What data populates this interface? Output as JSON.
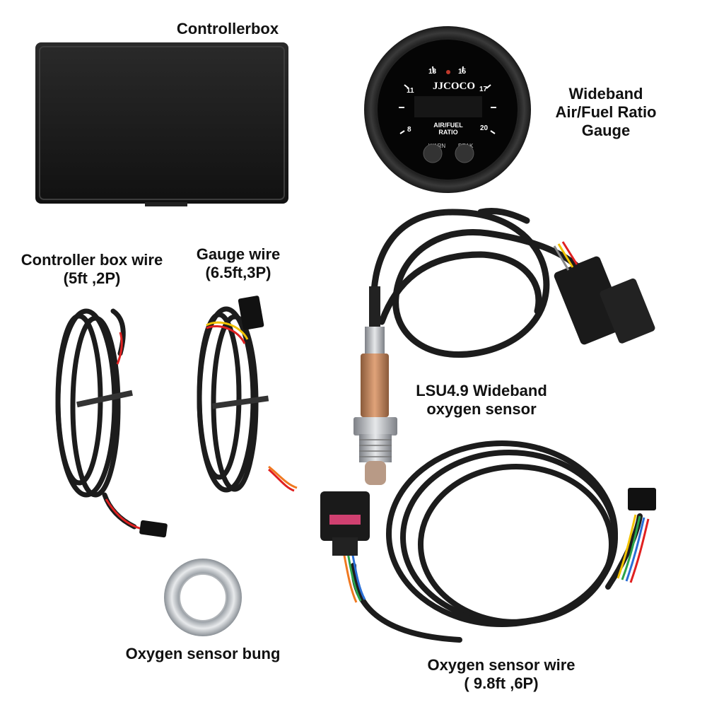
{
  "labels": {
    "controller_box": "Controllerbox",
    "gauge_lines": [
      "Wideband",
      "Air/Fuel Ratio",
      "Gauge"
    ],
    "controller_wire_lines": [
      "Controller box wire",
      "(5ft ,2P)"
    ],
    "gauge_wire_lines": [
      "Gauge  wire",
      "(6.5ft,3P)"
    ],
    "sensor_lines": [
      "LSU4.9 Wideband",
      "oxygen sensor"
    ],
    "bung": "Oxygen sensor bung",
    "sensor_wire_lines": [
      "Oxygen sensor wire",
      "( 9.8ft ,6P)"
    ]
  },
  "gauge": {
    "brand": "JJCOCO",
    "scale_numbers": [
      "8",
      "11",
      "13",
      "15",
      "17",
      "20"
    ],
    "display_line1": "AIR/FUEL",
    "display_line2": "RATIO",
    "button_warn": "WARN",
    "button_peak": "PEAK"
  },
  "colors": {
    "cable": "#1c1c1c",
    "red_wire": "#e02020",
    "yellow_wire": "#f2c200",
    "orange_wire": "#f07820",
    "green_wire": "#2aa34a",
    "blue_wire": "#2a6fd6",
    "metal": "#c9ccd0",
    "copper": "#c88a5a"
  }
}
